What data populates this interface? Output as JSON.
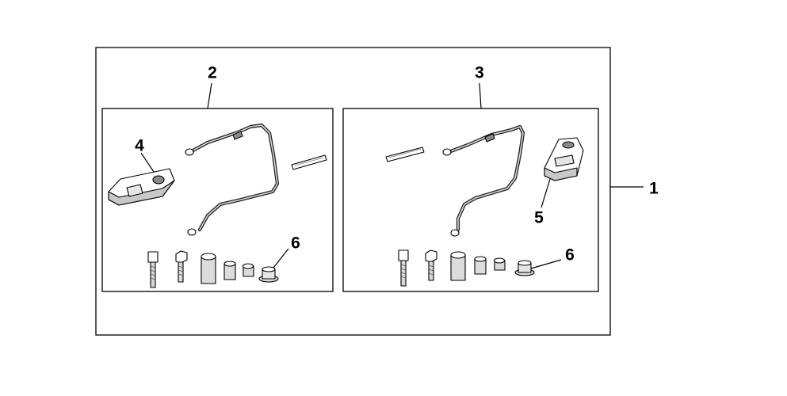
{
  "diagram": {
    "callouts": {
      "kit": "1",
      "left_set": "2",
      "right_set": "3",
      "left_bracket": "4",
      "right_bracket": "5",
      "left_collar": "6",
      "right_collar": "6"
    },
    "colors": {
      "line": "#000000",
      "part_fill": "#ffffff",
      "part_shade": "#c8c8c8",
      "part_dark": "#8a8a8a"
    }
  }
}
